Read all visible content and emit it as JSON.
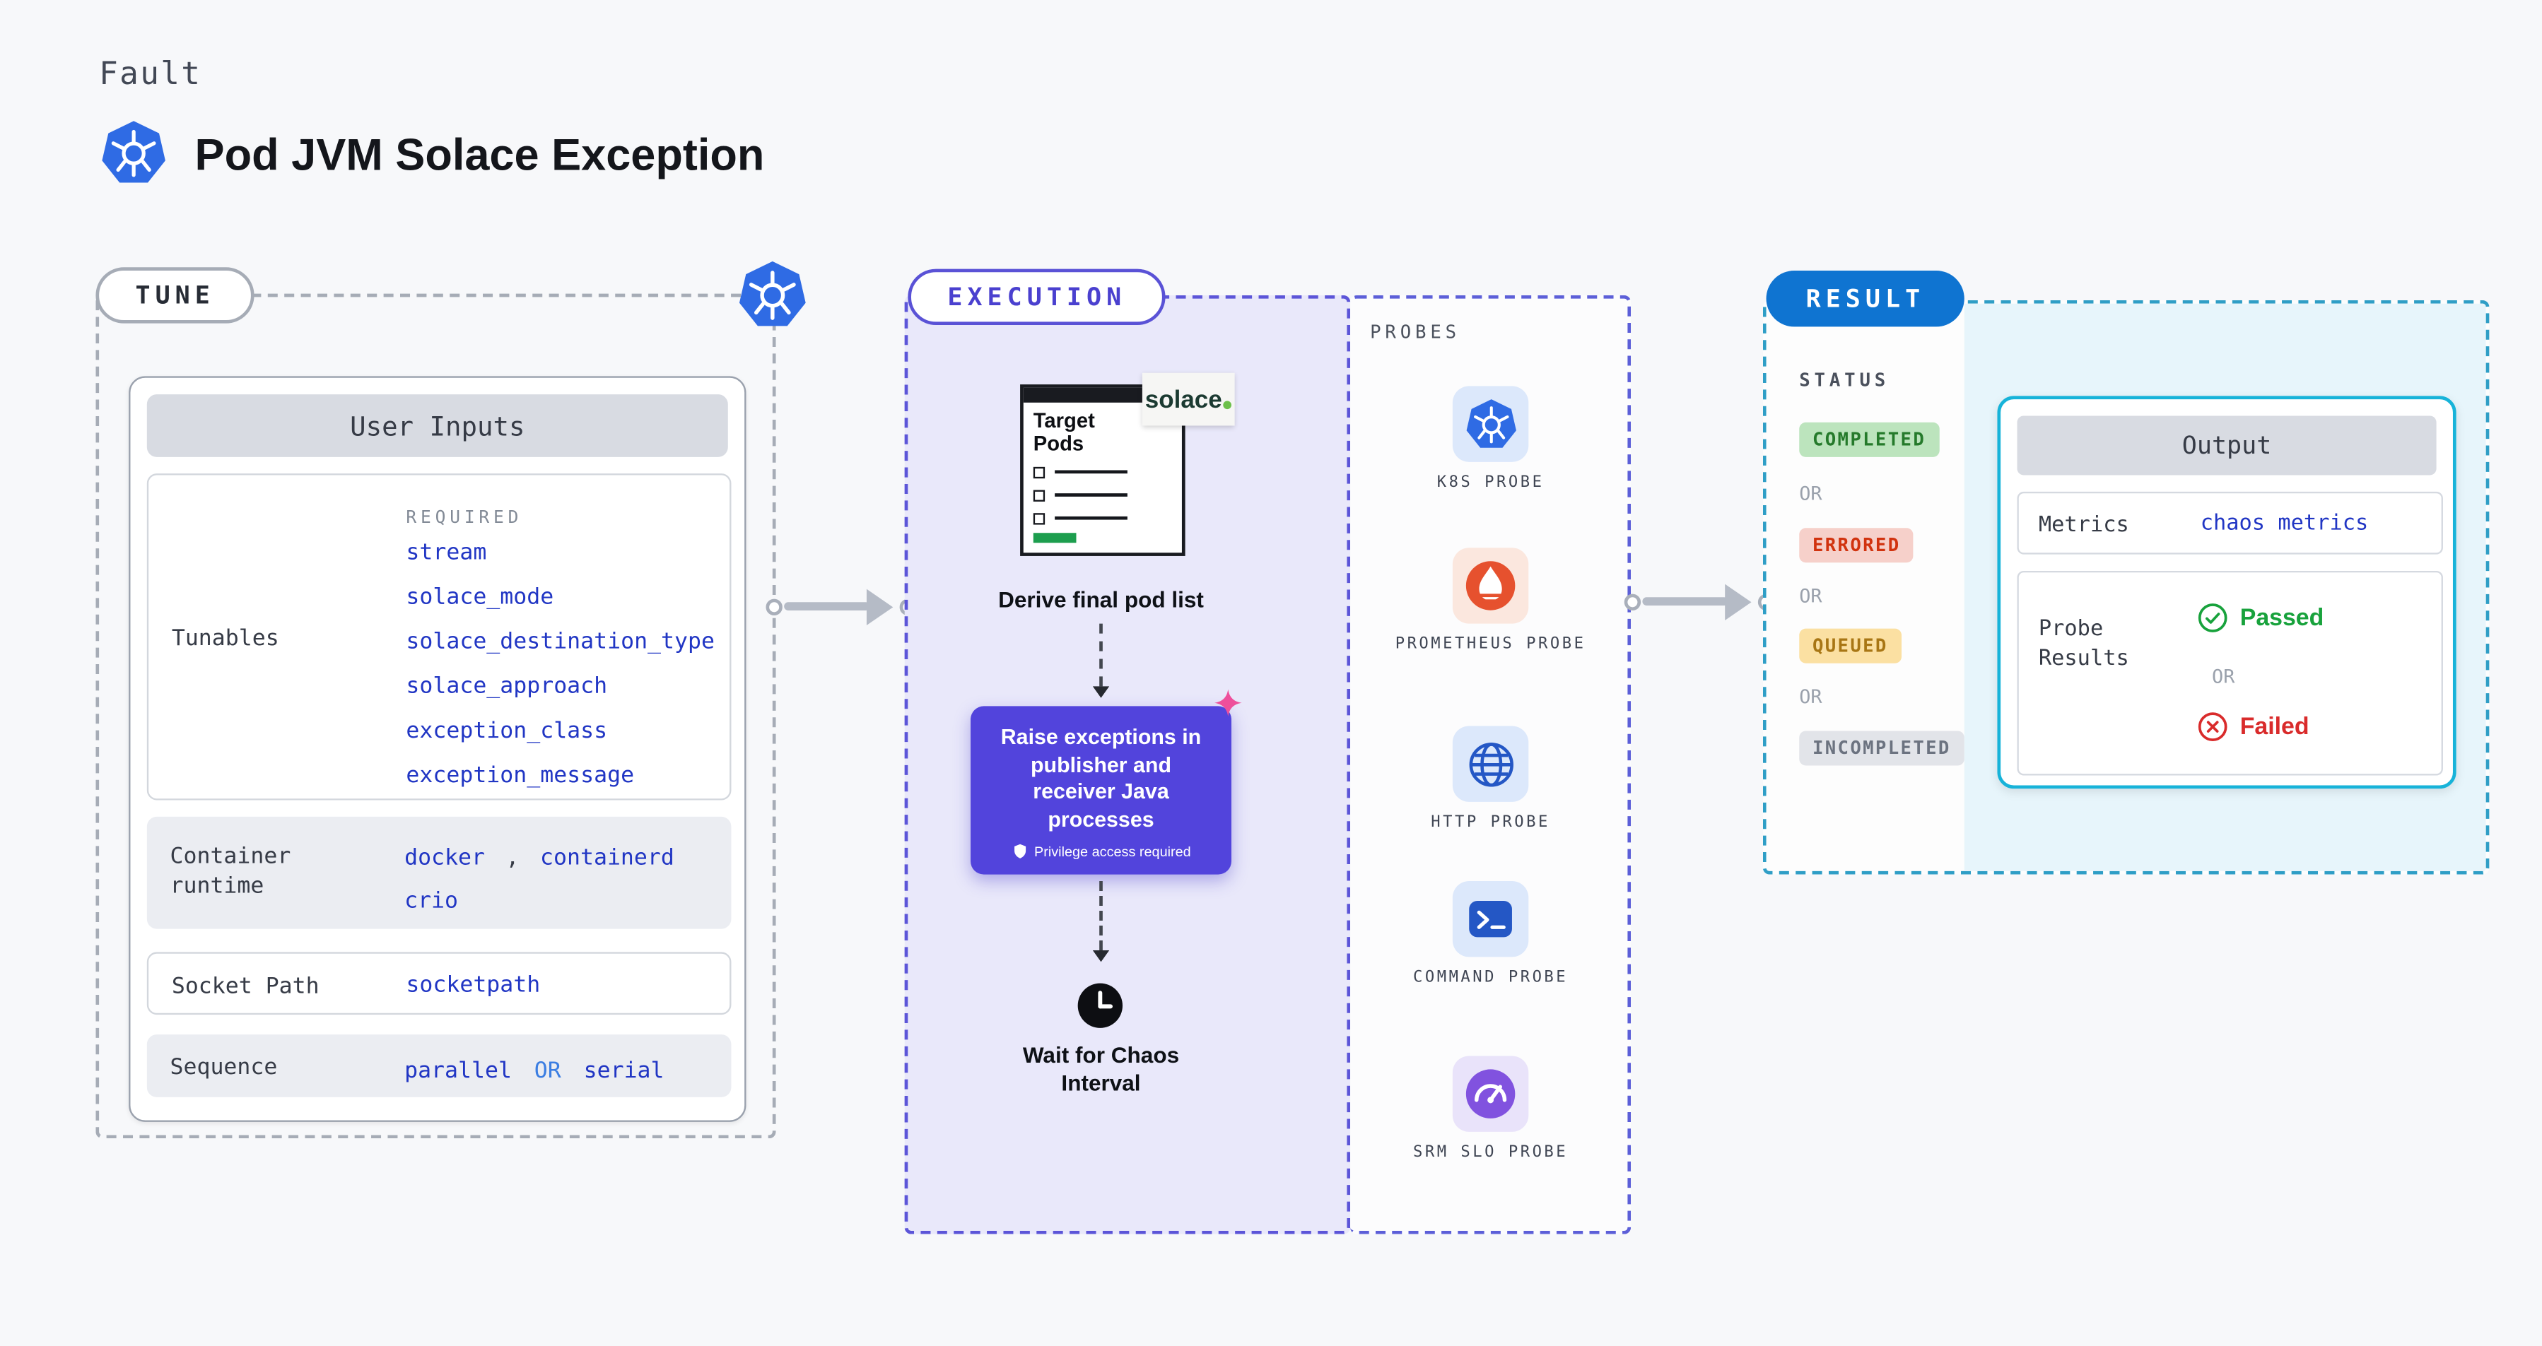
{
  "page": {
    "eyebrow": "Fault",
    "title": "Pod JVM Solace Exception"
  },
  "tune": {
    "pill": "TUNE",
    "card_header": "User Inputs",
    "tunables": {
      "label": "Tunables",
      "required": "REQUIRED",
      "items": [
        "stream",
        "solace_mode",
        "solace_destination_type",
        "solace_approach",
        "exception_class",
        "exception_message"
      ]
    },
    "container_runtime": {
      "label": "Container runtime",
      "values": [
        "docker",
        "containerd",
        "crio"
      ],
      "separator": ","
    },
    "socket_path": {
      "label": "Socket Path",
      "value": "socketpath"
    },
    "sequence": {
      "label": "Sequence",
      "first": "parallel",
      "or": "OR",
      "second": "serial"
    }
  },
  "execution": {
    "pill": "EXECUTION",
    "window_title": "Target Pods",
    "solace_logo": "solace",
    "derive_label": "Derive final pod list",
    "action_text": "Raise exceptions in publisher and receiver Java processes",
    "privilege_badge": "Privilege access required",
    "wait_label": "Wait for Chaos Interval"
  },
  "probes": {
    "heading": "PROBES",
    "items": [
      {
        "label": "K8S PROBE",
        "icon": "kubernetes-icon"
      },
      {
        "label": "PROMETHEUS PROBE",
        "icon": "prometheus-icon"
      },
      {
        "label": "HTTP PROBE",
        "icon": "globe-icon"
      },
      {
        "label": "COMMAND PROBE",
        "icon": "terminal-icon"
      },
      {
        "label": "SRM SLO PROBE",
        "icon": "gauge-icon"
      }
    ]
  },
  "result": {
    "pill": "RESULT",
    "status_heading": "STATUS",
    "or": "OR",
    "statuses": [
      {
        "label": "COMPLETED",
        "type": "success"
      },
      {
        "label": "ERRORED",
        "type": "error"
      },
      {
        "label": "QUEUED",
        "type": "warning"
      },
      {
        "label": "INCOMPLETED",
        "type": "neutral"
      }
    ],
    "output": {
      "header": "Output",
      "metrics_label": "Metrics",
      "metrics_value": "chaos metrics",
      "probe_results_label": "Probe Results",
      "passed": "Passed",
      "or": "OR",
      "failed": "Failed"
    }
  },
  "colors": {
    "kubernetes_blue": "#2f6be4",
    "execution_purple": "#5a52d6",
    "action_box_purple": "#5244dc",
    "result_blue": "#0f74d1",
    "output_border_cyan": "#17b3d9",
    "link_blue": "#2136c4",
    "success_green": "#18a23c",
    "error_red": "#d92b2b",
    "prometheus_orange": "#e6512e",
    "srm_purple": "#8152df",
    "solace_green": "#6cc04a",
    "sparkle_pink": "#ee4f9b"
  }
}
